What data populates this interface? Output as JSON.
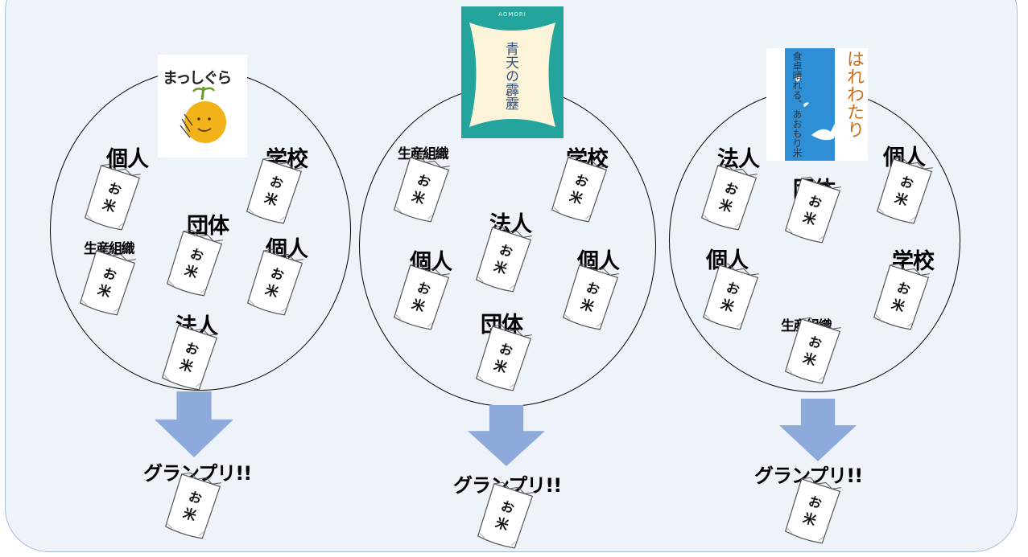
{
  "colors": {
    "panel_bg": "#eef3fa",
    "panel_border": "#a9bcd3",
    "arrow": "#8eaadb",
    "bag_fill": "#ffffff",
    "bag_outline": "#555555"
  },
  "bag_text": "お米",
  "book_covers": {
    "mahogura": {
      "logo": "まっしぐら"
    },
    "seiten": {
      "top_text": "AOMORI",
      "title": "青天の霹靂"
    },
    "harewatari": {
      "title": "はれわたり",
      "subtitle": "食卓晴れる、あおもり米"
    }
  },
  "groups": [
    {
      "name": "まっしぐら",
      "labels": [
        "個人",
        "学校",
        "団体",
        "生産組織",
        "個人",
        "法人"
      ],
      "result": "グランプリ!!"
    },
    {
      "name": "青天の霹靂",
      "labels": [
        "生産組織",
        "学校",
        "法人",
        "個人",
        "個人",
        "団体"
      ],
      "result": "グランプリ!!"
    },
    {
      "name": "はれわたり",
      "labels": [
        "法人",
        "個人",
        "団体",
        "個人",
        "学校",
        "生産組織"
      ],
      "result": "グランプリ!!"
    }
  ]
}
